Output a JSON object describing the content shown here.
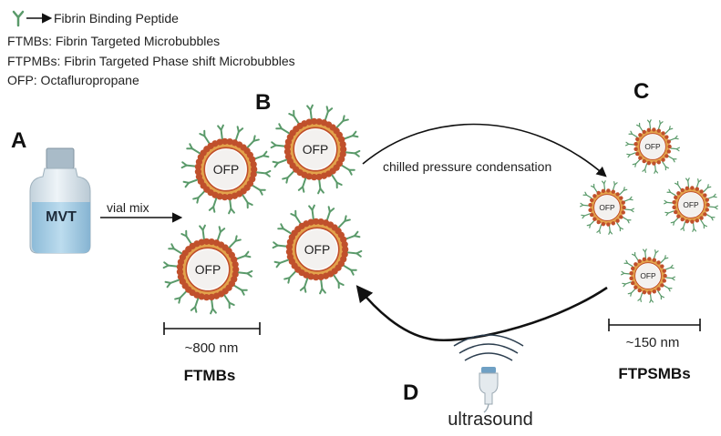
{
  "legend": {
    "peptide_label": "Fibrin Binding Peptide",
    "ftmbs_def": "FTMBs: Fibrin Targeted Microbubbles",
    "ftpmbs_def": "FTPMBs: Fibrin Targeted Phase shift Microbubbles",
    "ofp_def": "OFP: Octafluropropane"
  },
  "panels": {
    "a": "A",
    "b": "B",
    "c": "C",
    "d": "D"
  },
  "vial": {
    "label": "MVT"
  },
  "arrows": {
    "vial_mix": "vial mix",
    "condensation": "chilled pressure condensation"
  },
  "bubble_core": "OFP",
  "scale": {
    "large": "~800 nm",
    "small": "~150 nm"
  },
  "groups": {
    "large": "FTMBs",
    "small": "FTPSMBs"
  },
  "ultrasound": "ultrasound",
  "colors": {
    "shell_dot": "#c0502c",
    "shell_ring": "#e3a34c",
    "core_fill": "#f3f1ef",
    "peptide": "#5a9a6a",
    "vial_liquid": "#a6cbe3",
    "vial_glass": "#d6e2ea"
  },
  "icons": [
    "fibrin-peptide-icon",
    "vial-icon",
    "microbubble-icon",
    "ultrasound-probe-icon"
  ]
}
